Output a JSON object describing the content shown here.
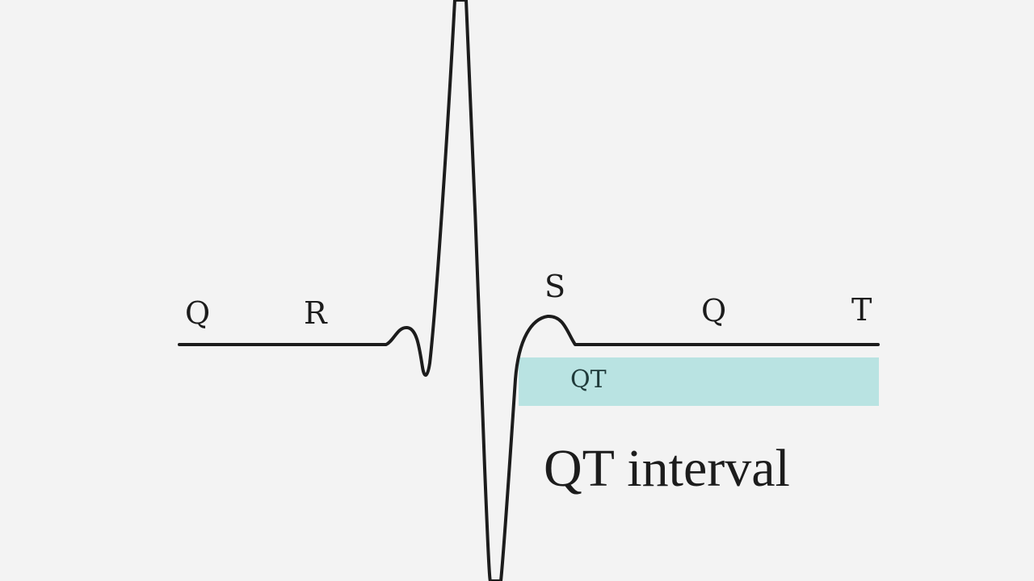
{
  "labels": {
    "left_q": "Q",
    "left_r": "R",
    "s": "S",
    "right_q": "Q",
    "right_t": "T"
  },
  "band": {
    "label": "QT",
    "color": "#b9e3e2"
  },
  "caption": "QT interval",
  "colors": {
    "background": "#f3f3f3",
    "trace": "#1c1c1c"
  }
}
